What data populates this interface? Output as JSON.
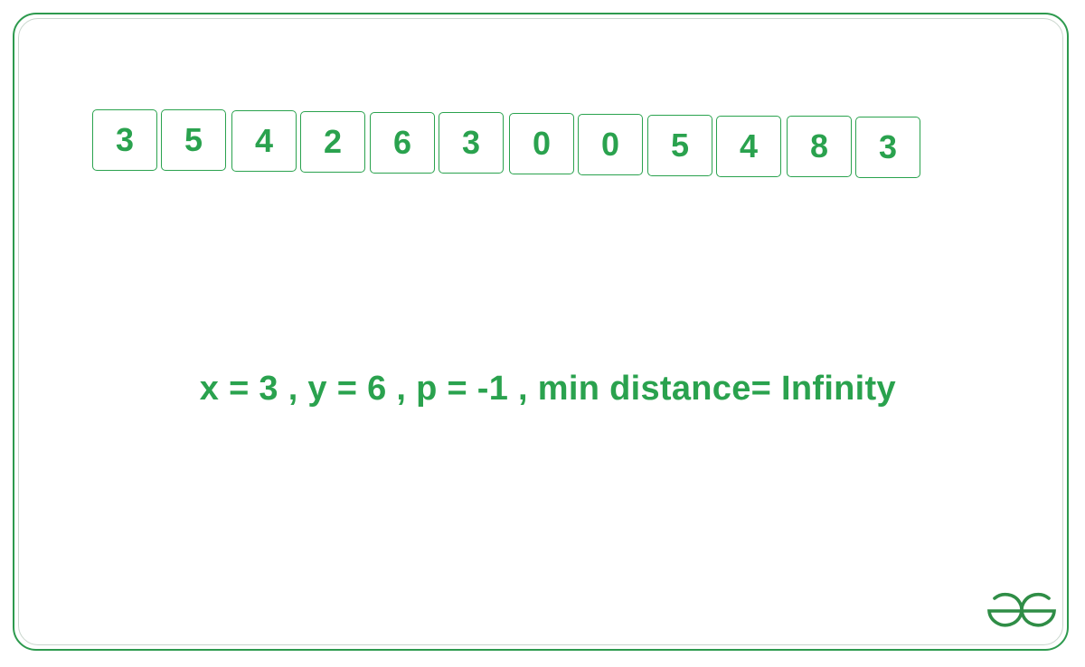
{
  "array": {
    "values": [
      "3",
      "5",
      "4",
      "2",
      "6",
      "3",
      "0",
      "0",
      "5",
      "4",
      "8",
      "3"
    ]
  },
  "status": {
    "text": "x = 3 , y = 6 , p = -1 , min distance= Infinity"
  },
  "colors": {
    "accent": "#2aa24e",
    "border": "#2d9a4e"
  },
  "logo": {
    "icon": "geeksforgeeks-logo-icon"
  }
}
